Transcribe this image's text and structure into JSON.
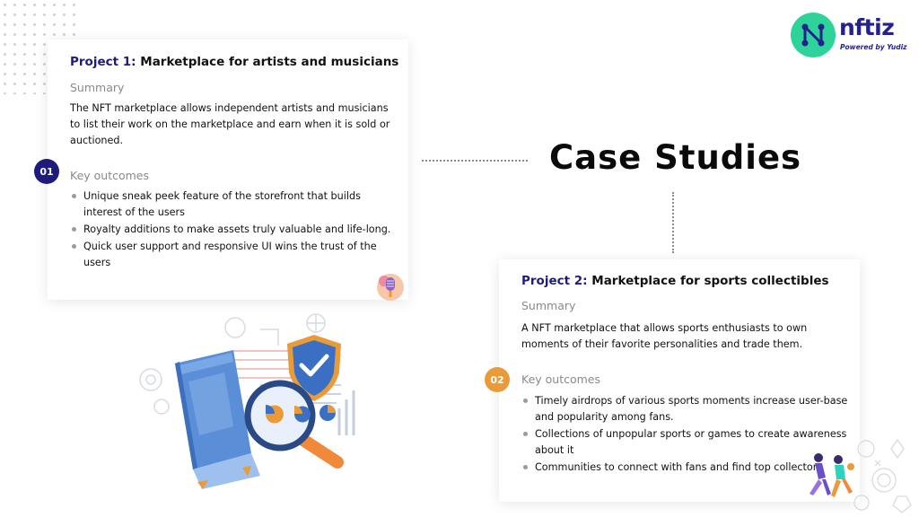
{
  "brand": {
    "name": "nftiz",
    "tagline": "Powered by Yudiz",
    "colors": {
      "primary": "#24208f",
      "accent": "#2ed39a",
      "orange": "#e99b3a"
    }
  },
  "heading": "Case Studies",
  "project1": {
    "badge": "01",
    "title_num": "Project 1:",
    "title_text": " Marketplace for artists and musicians",
    "summary_label": "Summary",
    "summary": "The NFT marketplace allows independent artists and musicians to list their work on the marketplace and earn when it is sold or auctioned.",
    "outcomes_label": "Key outcomes",
    "outcomes": [
      "Unique sneak peek feature of the storefront that builds interest of the users",
      "Royalty additions to make assets truly valuable and life-long.",
      "Quick user support and responsive UI wins the trust of the users"
    ],
    "icon": "microphone-icon"
  },
  "project2": {
    "badge": "02",
    "title_num": "Project 2:",
    "title_text": " Marketplace for sports collectibles",
    "summary_label": "Summary",
    "summary": "A NFT marketplace that allows sports enthusiasts to own moments of their favorite personalities and trade them.",
    "outcomes_label": "Key outcomes",
    "outcomes": [
      "Timely airdrops of various sports moments increase user-base and popularity among fans.",
      "Collections of unpopular sports or games to create awareness about it",
      "Communities to connect with fans and find top collectors"
    ],
    "icon": "sports-players-icon"
  },
  "illustration": "magnifier-document-shield-icon"
}
